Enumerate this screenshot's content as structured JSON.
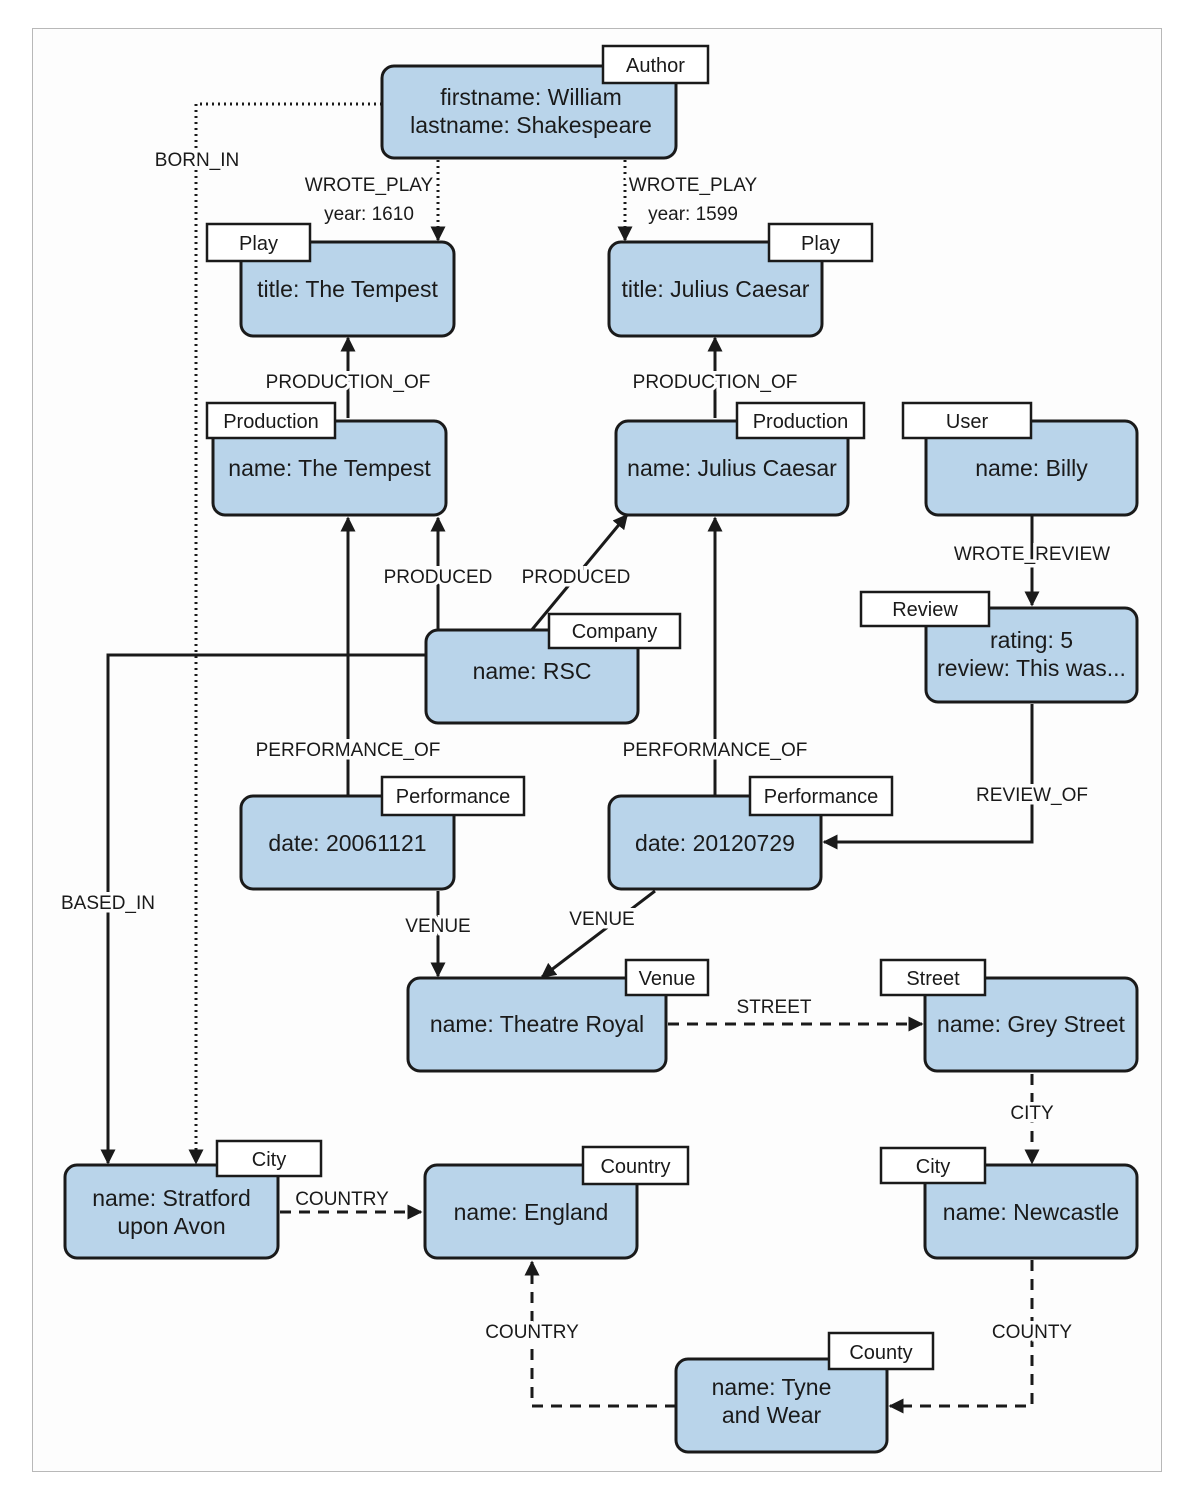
{
  "nodes": {
    "shakespeare": {
      "label": "Author",
      "lines": [
        "firstname: William",
        "lastname: Shakespeare"
      ]
    },
    "tempest_play": {
      "label": "Play",
      "lines": [
        "title: The Tempest"
      ]
    },
    "caesar_play": {
      "label": "Play",
      "lines": [
        "title: Julius Caesar"
      ]
    },
    "tempest_prod": {
      "label": "Production",
      "lines": [
        "name: The Tempest"
      ]
    },
    "caesar_prod": {
      "label": "Production",
      "lines": [
        "name: Julius Caesar"
      ]
    },
    "billy": {
      "label": "User",
      "lines": [
        "name: Billy"
      ]
    },
    "rsc": {
      "label": "Company",
      "lines": [
        "name: RSC"
      ]
    },
    "review": {
      "label": "Review",
      "lines": [
        "rating: 5",
        "review: This was..."
      ]
    },
    "perf_2006": {
      "label": "Performance",
      "lines": [
        "date: 20061121"
      ]
    },
    "perf_2012": {
      "label": "Performance",
      "lines": [
        "date: 20120729"
      ]
    },
    "theatre_royal": {
      "label": "Venue",
      "lines": [
        "name: Theatre Royal"
      ]
    },
    "grey_street": {
      "label": "Street",
      "lines": [
        "name: Grey Street"
      ]
    },
    "stratford": {
      "label": "City",
      "lines": [
        "name: Stratford",
        "upon Avon"
      ]
    },
    "england": {
      "label": "Country",
      "lines": [
        "name: England"
      ]
    },
    "newcastle": {
      "label": "City",
      "lines": [
        "name: Newcastle"
      ]
    },
    "tyne_wear": {
      "label": "County",
      "lines": [
        "name: Tyne",
        "and Wear"
      ]
    }
  },
  "edges": {
    "born_in": {
      "lines": [
        "BORN_IN"
      ]
    },
    "wrote_tempest": {
      "lines": [
        "WROTE_PLAY",
        "year: 1610"
      ]
    },
    "wrote_caesar": {
      "lines": [
        "WROTE_PLAY",
        "year: 1599"
      ]
    },
    "prod_of_tempest": {
      "lines": [
        "PRODUCTION_OF"
      ]
    },
    "prod_of_caesar": {
      "lines": [
        "PRODUCTION_OF"
      ]
    },
    "produced_tempest": {
      "lines": [
        "PRODUCED"
      ]
    },
    "produced_caesar": {
      "lines": [
        "PRODUCED"
      ]
    },
    "wrote_review": {
      "lines": [
        "WROTE_REVIEW"
      ]
    },
    "perf_of_tempest": {
      "lines": [
        "PERFORMANCE_OF"
      ]
    },
    "perf_of_caesar": {
      "lines": [
        "PERFORMANCE_OF"
      ]
    },
    "review_of": {
      "lines": [
        "REVIEW_OF"
      ]
    },
    "based_in": {
      "lines": [
        "BASED_IN"
      ]
    },
    "venue_2006": {
      "lines": [
        "VENUE"
      ]
    },
    "venue_2012": {
      "lines": [
        "VENUE"
      ]
    },
    "street": {
      "lines": [
        "STREET"
      ]
    },
    "city": {
      "lines": [
        "CITY"
      ]
    },
    "country_stratford": {
      "lines": [
        "COUNTRY"
      ]
    },
    "country_county": {
      "lines": [
        "COUNTRY"
      ]
    },
    "county": {
      "lines": [
        "COUNTY"
      ]
    }
  },
  "colors": {
    "node_fill": "#b9d4ea",
    "stroke": "#1a1a1a",
    "label_fill": "#ffffff"
  }
}
